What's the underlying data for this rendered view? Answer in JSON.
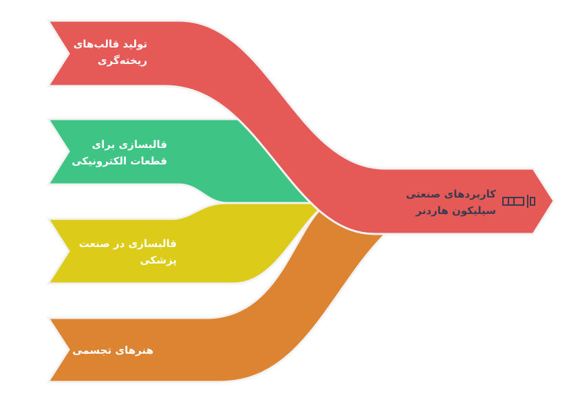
{
  "inputs": [
    {
      "label_line1": "تولید قالب‌های",
      "label_line2": "ریخته‌گری",
      "color": "#e55a56"
    },
    {
      "label_line1": "قالبسازی برای",
      "label_line2": "قطعات الکترونیکی",
      "color": "#3ec485"
    },
    {
      "label_line1": "قالبسازی در صنعت",
      "label_line2": "پزشکی",
      "color": "#dccb18"
    },
    {
      "label_line1": "هنرهای تجسمی",
      "label_line2": "",
      "color": "#dd8433"
    }
  ],
  "output": {
    "label_line1": "کاربردهای صنعتی",
    "label_line2": "سیلیکون هاردنر",
    "icon": "abacus-icon",
    "color": "#e55a56"
  }
}
